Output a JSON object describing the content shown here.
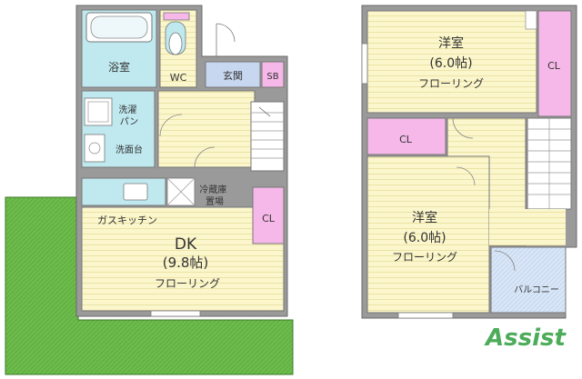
{
  "colors": {
    "wall": "#777777",
    "flooring": "#fbf6cc",
    "flooring_line": "#ebe3a6",
    "wet": "#bfe9ef",
    "closet": "#f5b8e8",
    "entrance": "#c7d7ef",
    "garden": "#6dbb4c",
    "garden_line": "#4f9a34",
    "balcony": "#d8e6f7",
    "stairs": "#ffffff"
  },
  "rooms": {
    "bathroom": "浴室",
    "wc": "WC",
    "entrance": "玄関",
    "shoe_box": "SB",
    "laundry": "洗濯\nパン",
    "washbasin": "洗面台",
    "fridge": "冷蔵庫\n置場",
    "gas_kitchen": "ガスキッチン",
    "dk_name": "DK",
    "dk_size": "(9.8帖)",
    "dk_floor": "フローリング",
    "closet_ground": "CL",
    "western1_name": "洋室",
    "western1_size": "(6.0帖)",
    "western1_floor": "フローリング",
    "closet_east": "CL",
    "closet_mid": "CL",
    "western2_name": "洋室",
    "western2_size": "(6.0帖)",
    "western2_floor": "フローリング",
    "balcony": "バルコニー"
  },
  "logo": {
    "text": "Assist",
    "color": "#2e9e3e"
  }
}
